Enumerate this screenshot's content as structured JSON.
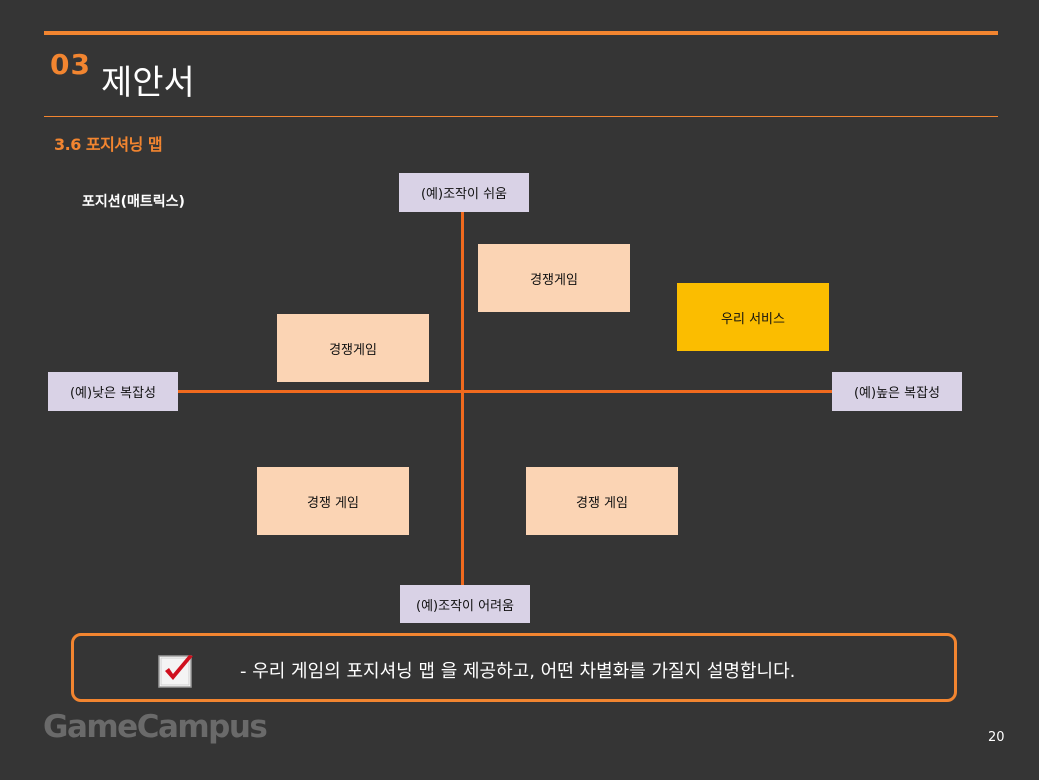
{
  "header": {
    "section_number": "03",
    "title": "제안서",
    "subsection": "3.6 포지셔닝 맵"
  },
  "matrix": {
    "label": "포지션(매트릭스)",
    "axis_labels": {
      "top": "(예)조작이 쉬움",
      "bottom": "(예)조작이 어려움",
      "left": "(예)낮은 복잡성",
      "right": "(예)높은 복잡성"
    },
    "items": [
      "경쟁게임",
      "우리 서비스",
      "경쟁게임",
      "경쟁 게임",
      "경쟁 게임"
    ]
  },
  "callout": {
    "text": "- 우리 게임의 포지셔닝 맵 을 제공하고, 어떤 차별화를 가질지 설명합니다."
  },
  "footer": {
    "logo": "GameCampus",
    "page_number": "20"
  },
  "colors": {
    "background": "#353535",
    "accent": "#f28530",
    "axis": "#f06a1e",
    "competitor_box": "#fbd4b4",
    "our_service_box": "#fbbd00",
    "axis_tag": "#d9d2e6"
  }
}
